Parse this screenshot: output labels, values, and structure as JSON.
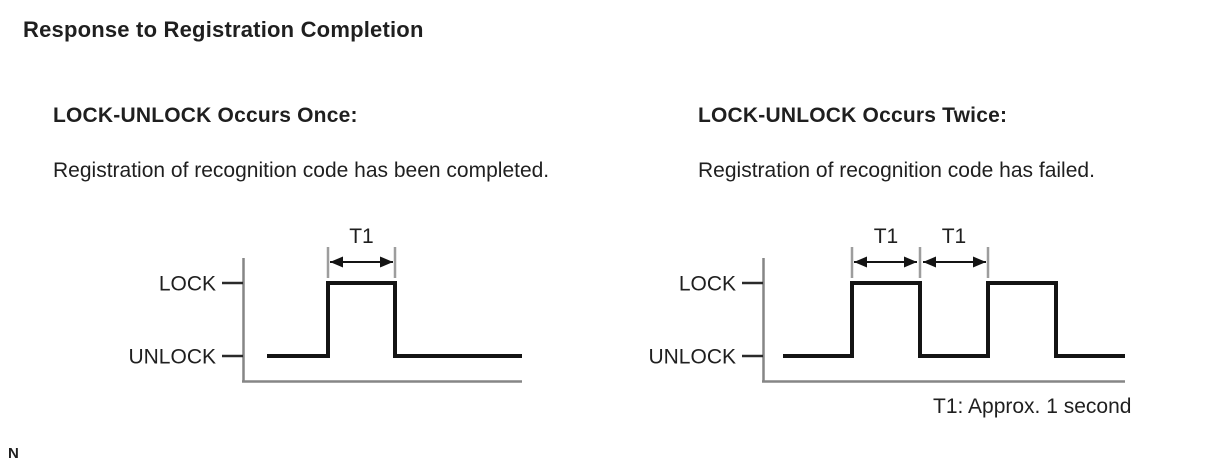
{
  "page": {
    "title": "Response to Registration Completion",
    "footnote": "T1: Approx. 1 second",
    "page_letter": "N"
  },
  "sections": {
    "left": {
      "heading": "LOCK-UNLOCK Occurs Once:",
      "description": "Registration of recognition code has been completed."
    },
    "right": {
      "heading": "LOCK-UNLOCK Occurs Twice:",
      "description": "Registration of recognition code has failed."
    }
  },
  "diagrams": {
    "left": {
      "type": "timing-waveform",
      "y_labels": [
        "LOCK",
        "UNLOCK"
      ],
      "pulse_count": 1,
      "interval_labels": [
        "T1"
      ],
      "sequence": [
        "UNLOCK",
        "LOCK",
        "UNLOCK"
      ]
    },
    "right": {
      "type": "timing-waveform",
      "y_labels": [
        "LOCK",
        "UNLOCK"
      ],
      "pulse_count": 2,
      "interval_labels": [
        "T1",
        "T1"
      ],
      "sequence": [
        "UNLOCK",
        "LOCK",
        "UNLOCK",
        "LOCK",
        "UNLOCK"
      ]
    }
  },
  "colors": {
    "text": "#1f1f1f",
    "signal": "#141414",
    "axis": "#868686",
    "extension_line": "#9d9d9d",
    "background": "#ffffff"
  }
}
